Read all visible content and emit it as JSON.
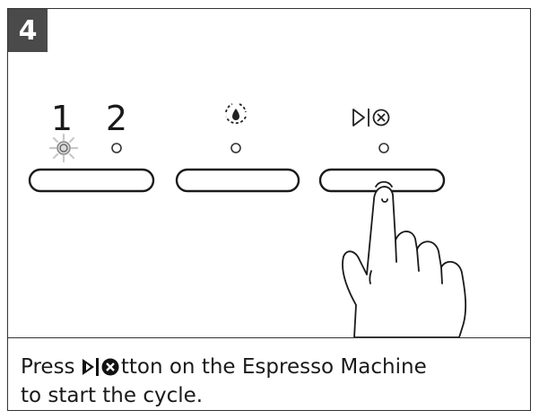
{
  "step": {
    "number": "4"
  },
  "panel": {
    "cup_labels": [
      "1",
      "2"
    ],
    "buttons": [
      {
        "id": "cup-size",
        "led_lit": true
      },
      {
        "id": "descale",
        "icon": "descale-drop-icon"
      },
      {
        "id": "start-stop",
        "icon": "play-stop-icon"
      }
    ]
  },
  "caption": {
    "prefix": "Press",
    "inline_icon": "play-stop-icon",
    "suffix_line1": "tton on the Espresso Machine",
    "line2": "to start the cycle."
  }
}
